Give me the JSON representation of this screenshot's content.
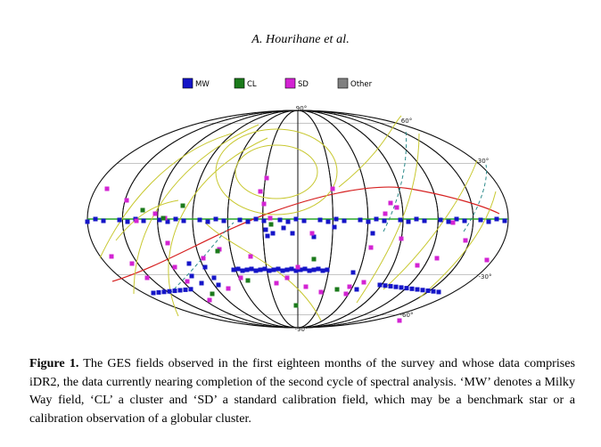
{
  "running_head": "A. Hourihane et al.",
  "figure": {
    "legend": [
      {
        "label": "MW",
        "color": "#1515c8"
      },
      {
        "label": "CL",
        "color": "#1b7a1b"
      },
      {
        "label": "SD",
        "color": "#d323d3"
      },
      {
        "label": "Other",
        "color": "#808080"
      }
    ],
    "meridian_labels": {
      "top": "90°",
      "bottom": "-90°"
    },
    "galactic_latitude_labels": [
      "60°",
      "30°",
      "-30°",
      "-60°"
    ],
    "colors": {
      "grid": "#111111",
      "equator": "#2aa52a",
      "ecliptic": "#d62020",
      "galactic": "#c8c830",
      "dashed": "#2b8a8a"
    }
  },
  "caption": {
    "label": "Figure 1.",
    "text": " The GES fields observed in the first eighteen months of the survey and whose data comprises iDR2, the data currently nearing completion of the second cycle of spectral analysis. ‘MW’ denotes a Milky Way field, ‘CL’ a cluster and ‘SD’ a standard calibration field, which may be a benchmark star or a calibration observation of a globular cluster."
  }
}
